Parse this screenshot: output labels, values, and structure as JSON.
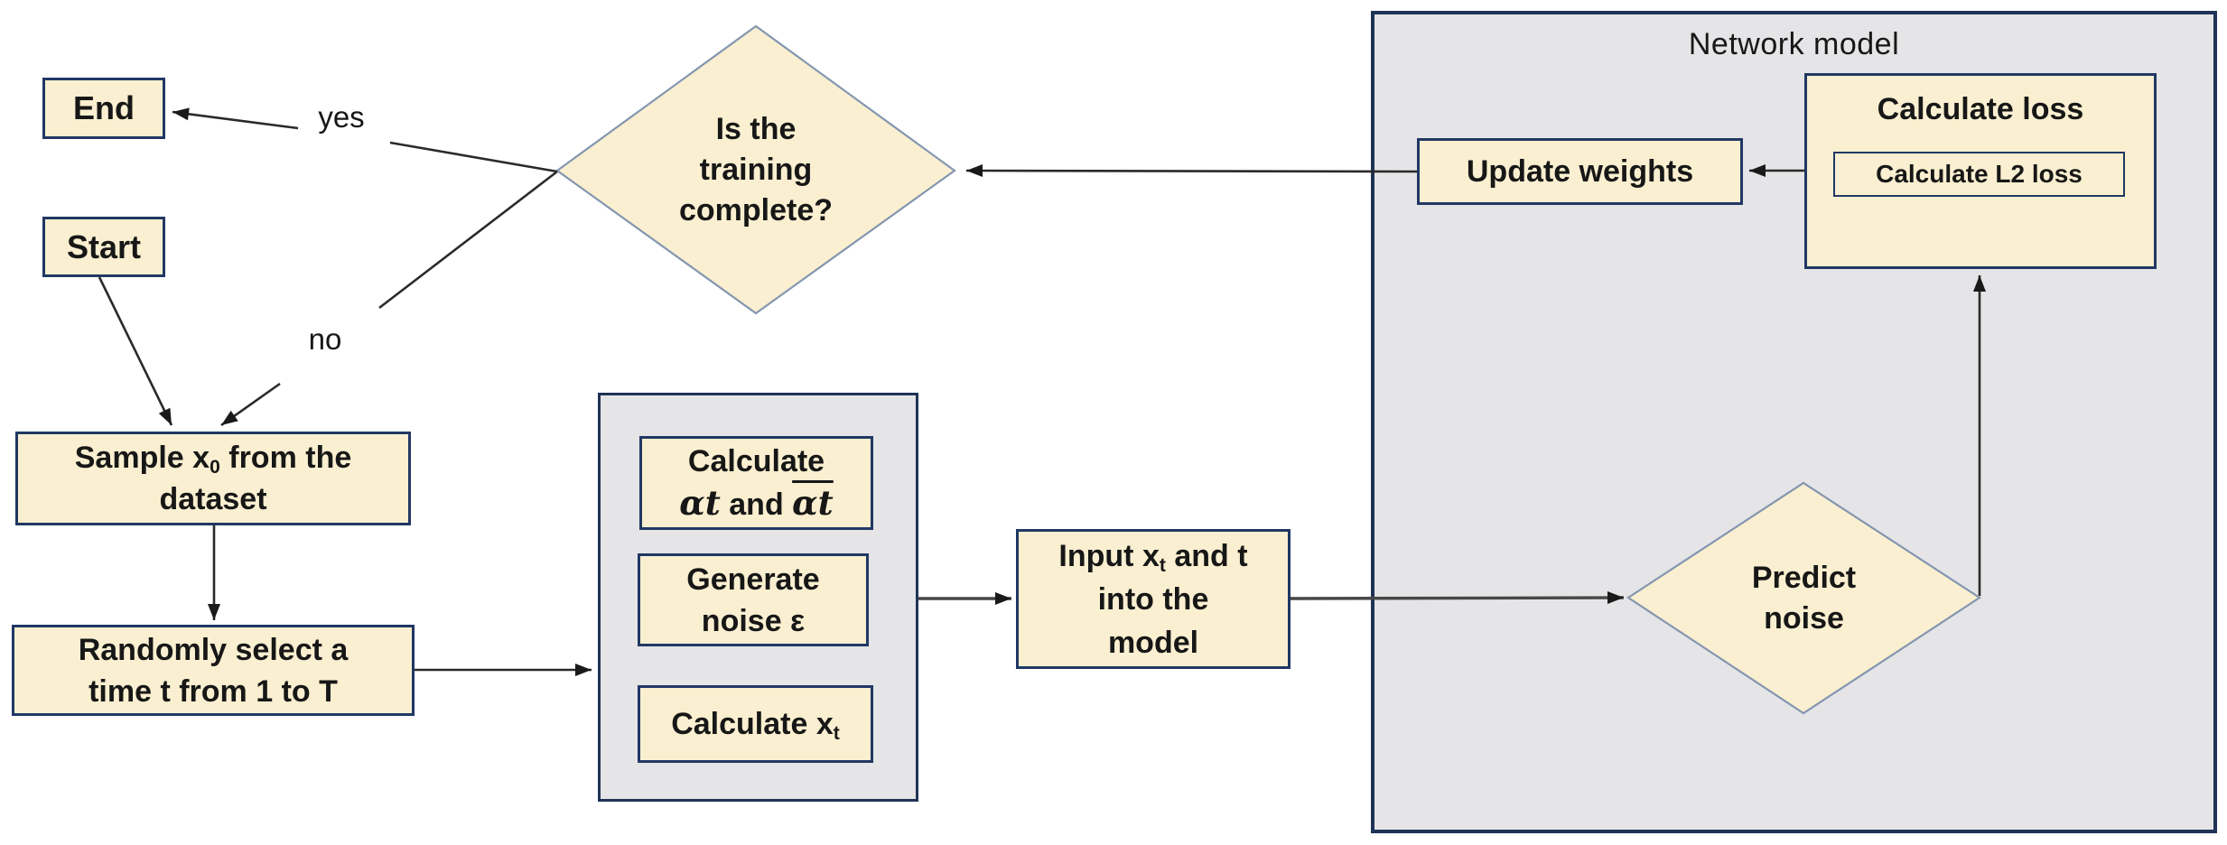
{
  "colors": {
    "node_fill": "#FAEFD0",
    "node_border": "#203864",
    "group_fill": "#E5E4E6",
    "group_border": "#1F3356",
    "diamond_border": "#8496B0",
    "line": "#2A2A2A"
  },
  "flowchart": {
    "end_box": {
      "label": "End"
    },
    "start_box": {
      "label": "Start"
    },
    "decision_training": {
      "line1": "Is the",
      "line2": "training",
      "line3": "complete?"
    },
    "edge_labels": {
      "yes": "yes",
      "no": "no"
    },
    "sample_box": {
      "pre": "Sample x",
      "sub": "0",
      "post": " from the",
      "line2": "dataset"
    },
    "random_box": {
      "line1": "Randomly select a",
      "line2": "time t from 1 to T"
    },
    "forward_group": {
      "calc_alpha": {
        "line1": "Calculate",
        "alpha1": "αt",
        "and_word": "and",
        "alpha2": "αt"
      },
      "gen_noise": {
        "line1": "Generate",
        "line2": "noise ε"
      },
      "calc_xt": {
        "pre": "Calculate x",
        "sub": "t"
      }
    },
    "input_box": {
      "pre": "Input x",
      "sub": "t",
      "post": " and t",
      "line2": "into the",
      "line3": "model"
    },
    "network_group": {
      "title": "Network model",
      "update_weights": {
        "label": "Update weights"
      },
      "calc_loss": {
        "title": "Calculate loss",
        "inner": "Calculate L2 loss"
      },
      "decision_predict": {
        "line1": "Predict",
        "line2": "noise"
      }
    }
  }
}
